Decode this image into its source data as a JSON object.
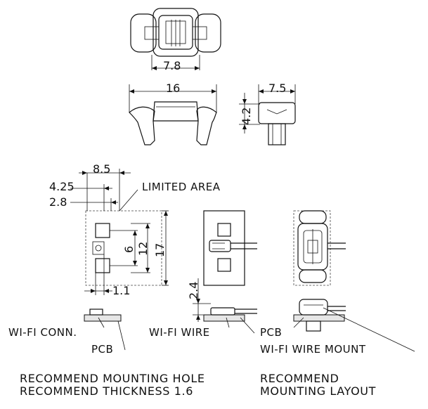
{
  "dimensions": {
    "top_width": "7.8",
    "side_width": "16",
    "end_width": "7.5",
    "end_height": "4.2",
    "hole_offset_a": "8.5",
    "hole_offset_b": "4.25",
    "hole_offset_c": "2.8",
    "hole_spacing": "6",
    "hole_span": "12",
    "area_height": "17",
    "hole_width": "1.1",
    "wire_height": "2.4"
  },
  "labels": {
    "limited_area": "LIMITED AREA",
    "wifi_conn": "WI-FI  CONN.",
    "pcb_left": "PCB",
    "wifi_wire": "WI-FI  WIRE",
    "pcb_mid": "PCB",
    "wifi_wire_mount": "WI-FI  WIRE MOUNT"
  },
  "captions": {
    "left_line1": "RECOMMEND  MOUNTING  HOLE",
    "left_line2": "RECOMMEND  THICKNESS  1.6",
    "right_line1": "RECOMMEND",
    "right_line2": "MOUNTING  LAYOUT"
  }
}
